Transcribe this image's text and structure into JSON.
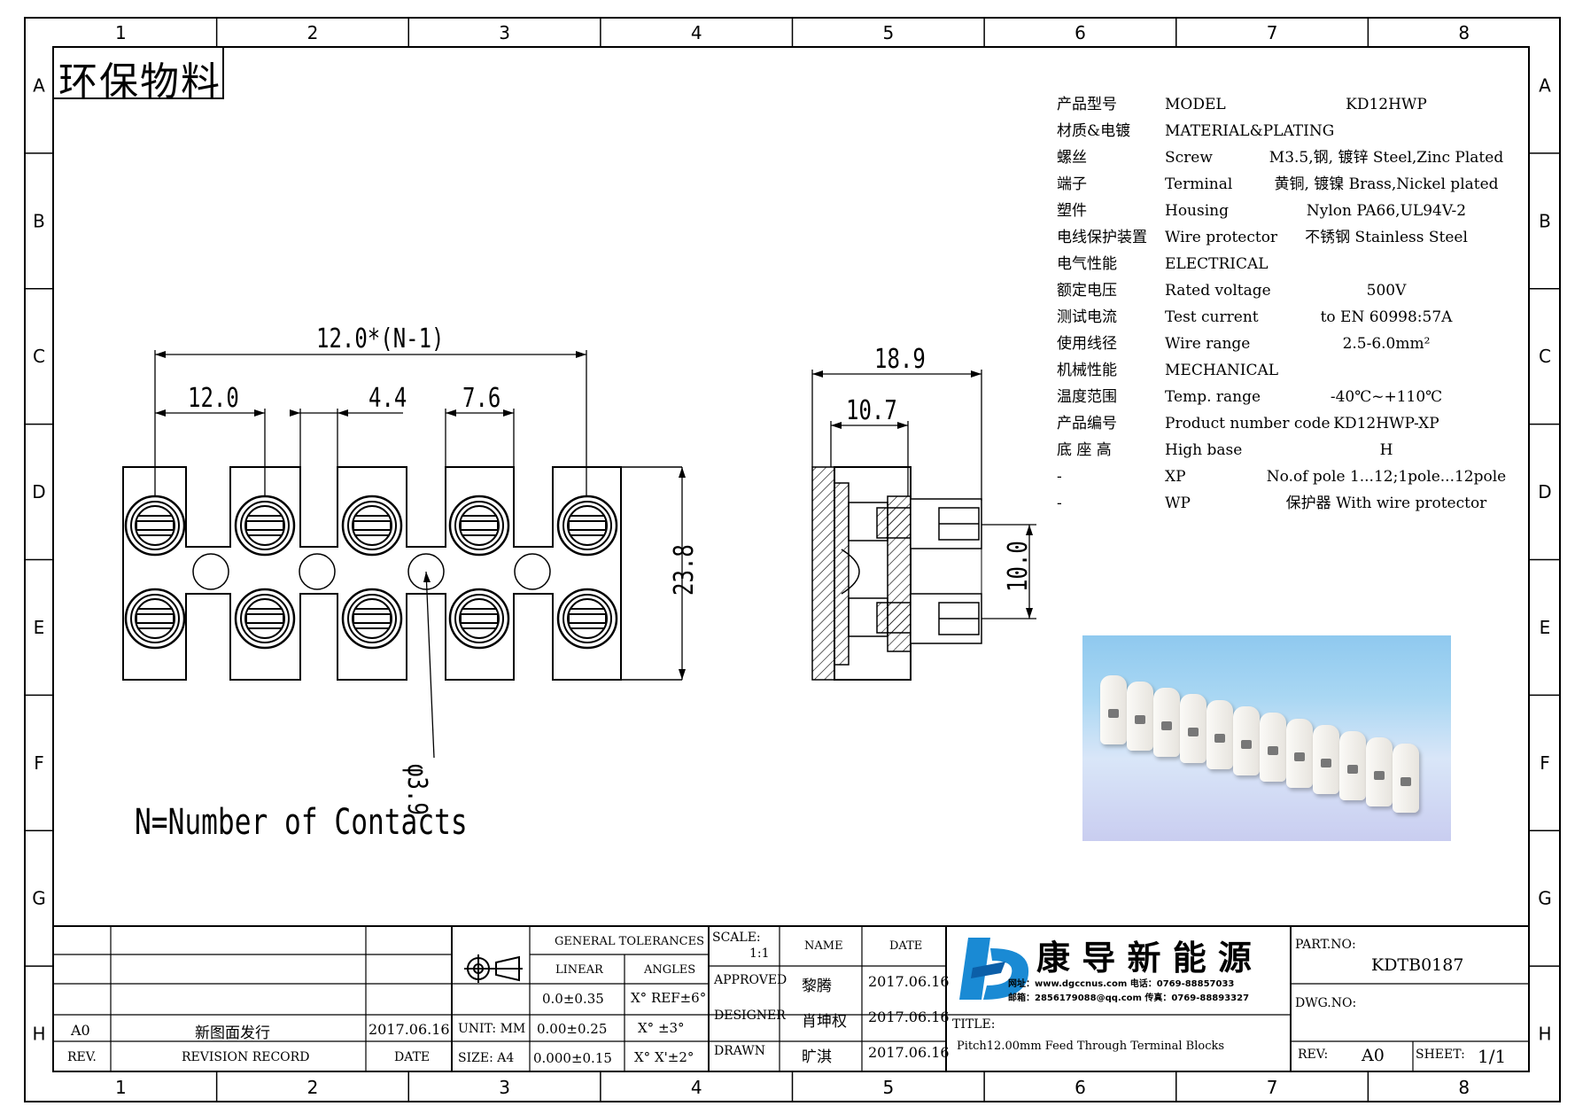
{
  "frame": {
    "col_labels": [
      "1",
      "2",
      "3",
      "4",
      "5",
      "6",
      "7",
      "8"
    ],
    "row_labels": [
      "A",
      "B",
      "C",
      "D",
      "E",
      "F",
      "G",
      "H"
    ]
  },
  "stamp": "环保物料",
  "specs": [
    {
      "cn": "产品型号",
      "en": "MODEL",
      "val": "KD12HWP"
    },
    {
      "cn": "材质&电镀",
      "en": "MATERIAL&PLATING",
      "val": ""
    },
    {
      "cn": "螺丝",
      "en": "Screw",
      "val": "M3.5,钢, 镀锌 Steel,Zinc Plated"
    },
    {
      "cn": "端子",
      "en": "Terminal",
      "val": "黄铜, 镀镍 Brass,Nickel plated"
    },
    {
      "cn": "塑件",
      "en": "Housing",
      "val": "Nylon PA66,UL94V-2"
    },
    {
      "cn": "电线保护装置",
      "en": "Wire protector",
      "val": "不锈钢 Stainless Steel"
    },
    {
      "cn": "电气性能",
      "en": "ELECTRICAL",
      "val": ""
    },
    {
      "cn": "额定电压",
      "en": "Rated voltage",
      "val": "500V"
    },
    {
      "cn": "测试电流",
      "en": "Test current",
      "val": "to EN 60998:57A"
    },
    {
      "cn": "使用线径",
      "en": "Wire range",
      "val": "2.5-6.0mm²"
    },
    {
      "cn": "机械性能",
      "en": "MECHANICAL",
      "val": ""
    },
    {
      "cn": "温度范围",
      "en": "Temp. range",
      "val": "-40℃~+110℃"
    },
    {
      "cn": "产品编号",
      "en": "Product number code",
      "val": "KD12HWP-XP"
    },
    {
      "cn": "底 座 高",
      "en": "High base",
      "val": "H"
    },
    {
      "cn": "-",
      "en": "XP",
      "val": "No.of pole 1...12;1pole...12pole"
    },
    {
      "cn": "-",
      "en": "WP",
      "val": "保护器 With wire protector"
    }
  ],
  "dims": {
    "pitch_total": "12.0*(N-1)",
    "pitch": "12.0",
    "gap": "4.4",
    "slot": "7.6",
    "height": "23.8",
    "hole": "φ3.9",
    "side_depth": "18.9",
    "side_inner": "10.7",
    "side_pitch": "10.0"
  },
  "note": "N=Number of Contacts",
  "title_block": {
    "rev_row": {
      "rev": "A0",
      "desc": "新图面发行",
      "date": "2017.06.16"
    },
    "rev_header": {
      "rev": "REV.",
      "desc": "REVISION RECORD",
      "date": "DATE"
    },
    "unit": "UNIT: MM",
    "size": "SIZE: A4",
    "gen_tol": "GENERAL TOLERANCES",
    "linear": "LINEAR",
    "angles": "ANGLES",
    "tol_rows": [
      {
        "lin": "0.0±0.35",
        "ang": "X° REF±6°"
      },
      {
        "lin": "0.00±0.25",
        "ang": "X° ±3°"
      },
      {
        "lin": "0.000±0.15",
        "ang": "X° X'±2°"
      }
    ],
    "scale_label": "SCALE:",
    "scale_value": "1:1",
    "name_label": "NAME",
    "date_label": "DATE",
    "people": [
      {
        "role": "APPROVED",
        "name": "黎腾",
        "date": "2017.06.16"
      },
      {
        "role": "DESIGNER",
        "name": "肖坤权",
        "date": "2017.06.16"
      },
      {
        "role": "DRAWN",
        "name": "旷淇",
        "date": "2017.06.16"
      }
    ],
    "company": "康 导 新 能 源",
    "company_line1": "网址：www.dgccnus.com  电话：0769-88857033",
    "company_line2": "邮箱：2856179088@qq.com  传真：0769-88893327",
    "title_label": "TITLE:",
    "title": "Pitch12.00mm Feed Through Terminal Blocks",
    "part_label": "PART.NO:",
    "part_no": "KDTB0187",
    "dwg_label": "DWG.NO:",
    "rev_label": "REV:",
    "rev_value": "A0",
    "sheet_label": "SHEET:",
    "sheet_value": "1/1"
  }
}
